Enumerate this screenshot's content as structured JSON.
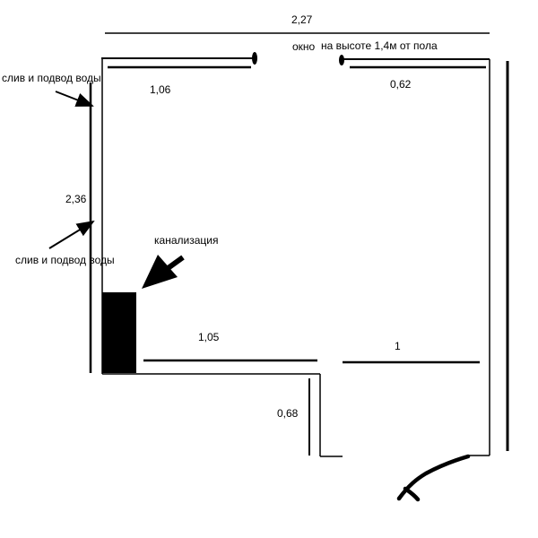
{
  "labels": {
    "total_width": "2,27",
    "window": "окно",
    "window_height": "на высоте 1,4м от пола",
    "top_left_length": "1,06",
    "top_right_length": "0,62",
    "left_height": "2,36",
    "water_top": "слив и подвод воды",
    "water_bottom": "слив и подвод воды",
    "sewer": "канализация",
    "bottom_left_length": "1,05",
    "bottom_right_length": "1",
    "corridor_length": "0,68"
  }
}
